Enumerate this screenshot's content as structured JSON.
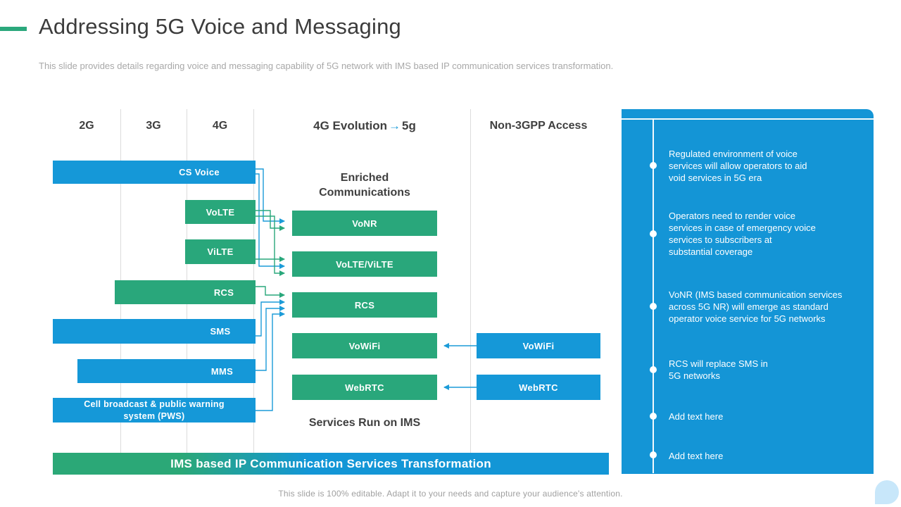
{
  "slide": {
    "title": "Addressing 5G Voice and Messaging",
    "subtitle": "This slide provides details regarding voice and messaging capability of 5G network with IMS based IP communication services transformation.",
    "footer": "This slide is 100% editable. Adapt it to your needs and capture your audience's attention."
  },
  "palette": {
    "blue": "#1598D8",
    "green": "#29A77B",
    "panel_blue": "#1495D6",
    "accent_dash": "#2BA87C",
    "light_bubble": "#C8E7FA",
    "heading_text": "#3C3C3C",
    "muted_text": "#A8A8A8"
  },
  "diagram": {
    "columns": {
      "g2": "2G",
      "g3": "3G",
      "g4": "4G"
    },
    "evolution_header": {
      "text": "4G Evolution",
      "arrow": "→",
      "target": "5g"
    },
    "non3gpp_header": "Non-3GPP Access",
    "legacy_bars": [
      {
        "label": "CS Voice",
        "color": "blue"
      },
      {
        "label": "VoLTE",
        "color": "green"
      },
      {
        "label": "ViLTE",
        "color": "green"
      },
      {
        "label": "RCS",
        "color": "green"
      },
      {
        "label": "SMS",
        "color": "blue"
      },
      {
        "label": "MMS",
        "color": "blue"
      },
      {
        "label": "Cell broadcast & public warning\nsystem (PWS)",
        "color": "blue"
      }
    ],
    "ims_column": {
      "title": "Enriched\nCommunications",
      "boxes": [
        {
          "label": "VoNR"
        },
        {
          "label": "VoLTE/ViLTE"
        },
        {
          "label": "RCS"
        },
        {
          "label": "VoWiFi"
        },
        {
          "label": "WebRTC"
        }
      ],
      "caption": "Services Run on IMS"
    },
    "non3gpp_boxes": [
      {
        "label": "VoWiFi"
      },
      {
        "label": "WebRTC"
      }
    ],
    "ims_bar_label": "IMS based IP Communication Services Transformation"
  },
  "panel": {
    "bullets": [
      {
        "text": "Regulated environment of voice\nservices will allow operators to aid\nvoid services in 5G era"
      },
      {
        "text": "Operators need to render voice\nservices in case of emergency voice\nservices to subscribers at\nsubstantial coverage"
      },
      {
        "text": "VoNR (IMS based communication services\nacross 5G NR) will emerge as standard\noperator voice service for 5G networks"
      },
      {
        "text": "RCS will replace SMS in\n5G networks"
      },
      {
        "text": "Add text here"
      },
      {
        "text": "Add text here"
      }
    ]
  }
}
